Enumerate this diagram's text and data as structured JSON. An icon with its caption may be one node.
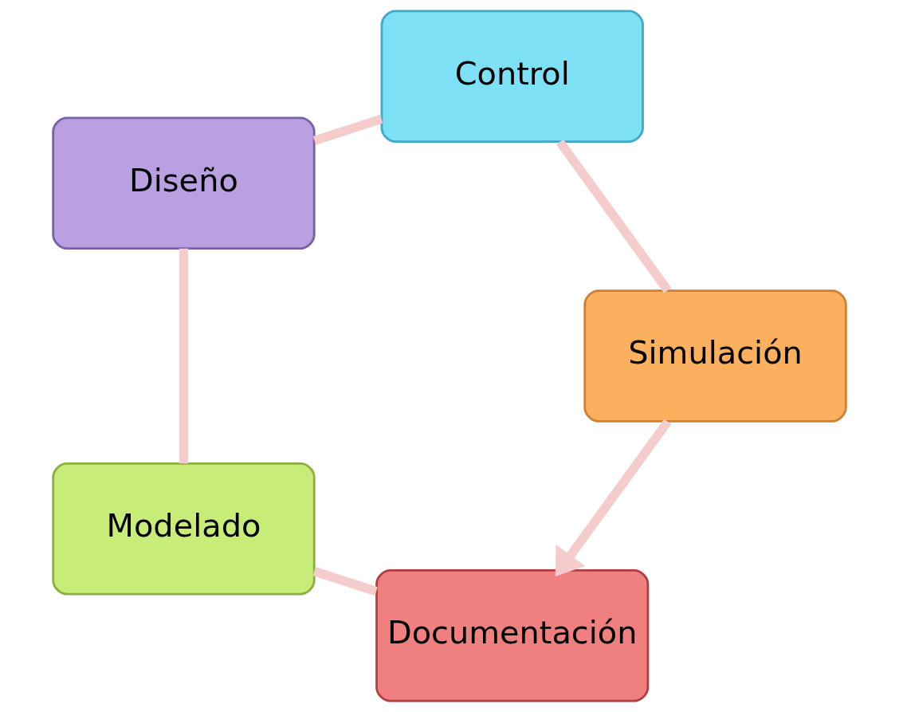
{
  "diagram": {
    "nodes": [
      {
        "text": [
          "Documentación"
        ]
      },
      {
        "text": [
          "Modelado"
        ]
      },
      {
        "text": [
          "Diseño"
        ]
      },
      {
        "text": [
          "Control"
        ]
      },
      {
        "text": [
          "Simulación"
        ]
      }
    ],
    "edges": [
      {
        "from": 0,
        "to": 1,
        "arrow": "none"
      },
      {
        "from": 1,
        "to": 2,
        "arrow": "none"
      },
      {
        "from": 2,
        "to": 3,
        "arrow": "none"
      },
      {
        "from": 3,
        "to": 4,
        "arrow": "none"
      },
      {
        "from": 4,
        "to": 0,
        "arrow": "to"
      }
    ]
  }
}
